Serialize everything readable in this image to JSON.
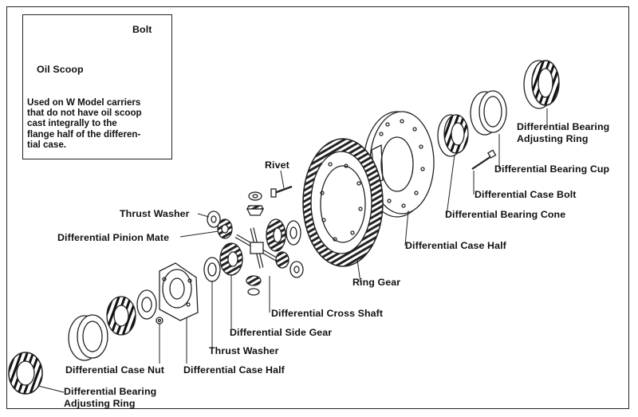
{
  "inset": {
    "bolt_label": "Bolt",
    "oil_scoop_label": "Oil Scoop",
    "note_lines": [
      "Used on W Model carriers",
      "that do not have oil scoop",
      "cast integrally to the",
      "flange half of the differen-",
      "tial case."
    ]
  },
  "labels": {
    "bearing_ring_top_1": "Differential Bearing",
    "bearing_ring_top_2": "Adjusting Ring",
    "bearing_cup": "Differential Bearing Cup",
    "case_bolt": "Differential Case Bolt",
    "bearing_cone": "Differential Bearing Cone",
    "case_half_right": "Differential Case Half",
    "rivet": "Rivet",
    "thrust_washer_top": "Thrust Washer",
    "pinion_mate": "Differential Pinion Mate",
    "ring_gear": "Ring Gear",
    "cross_shaft": "Differential Cross Shaft",
    "side_gear": "Differential Side Gear",
    "thrust_washer_bottom": "Thrust Washer",
    "case_nut": "Differential Case Nut",
    "case_half_left": "Differential Case Half",
    "bearing_ring_bottom_1": "Differential Bearing",
    "bearing_ring_bottom_2": "Adjusting Ring"
  }
}
